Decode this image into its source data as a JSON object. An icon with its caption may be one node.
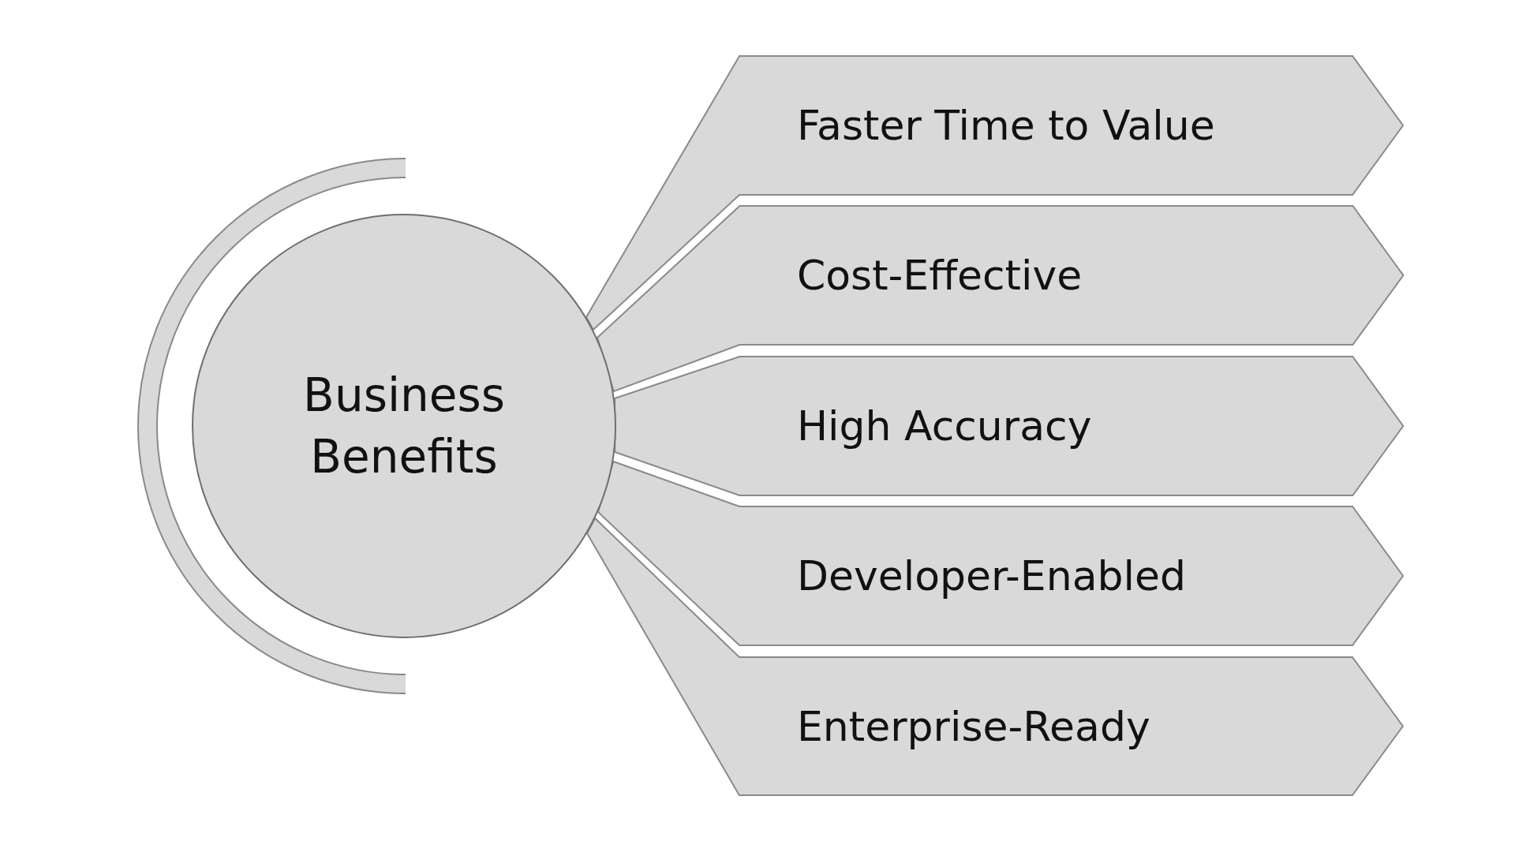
{
  "diagram": {
    "nodes": [
      {
        "text": [
          "Business Benefits"
        ]
      },
      {
        "text": [
          "Faster Time to Value"
        ]
      },
      {
        "text": [
          "Cost-Effective"
        ]
      },
      {
        "text": [
          "High Accuracy"
        ]
      },
      {
        "text": [
          "Developer-Enabled"
        ]
      },
      {
        "text": [
          "Enterprise-Ready"
        ]
      }
    ]
  }
}
